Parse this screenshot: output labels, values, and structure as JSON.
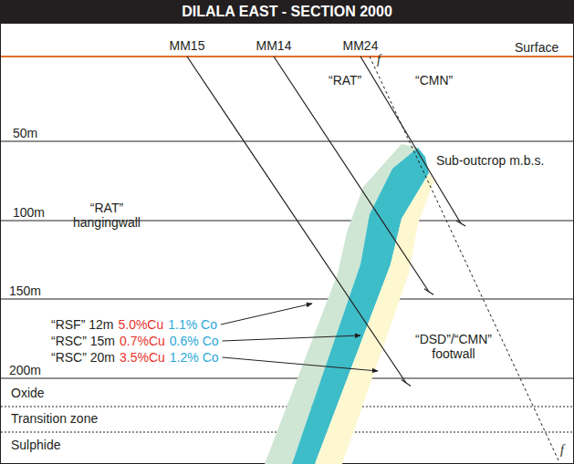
{
  "diagram": {
    "title": "DILALA EAST - SECTION 2000",
    "labels": [
      "MM15",
      "MM14",
      "MM24",
      "Surface",
      "“RAT”",
      "“CMN”",
      "50m",
      "Sub-outcrop m.b.s.",
      "“RAT” hangingwall",
      "100m",
      "150m",
      "“RSF” 12m",
      "5.0%Cu",
      "1.1% Co",
      "“RSC” 15m",
      "0.7%Cu",
      "0.6% Co",
      "“RSC” 20m",
      "3.5%Cu",
      "1.2% Co",
      "“DSD”/“CMN” footwall",
      "200m",
      "Oxide",
      "Transition zone",
      "Sulphide",
      "f",
      "f"
    ]
  }
}
